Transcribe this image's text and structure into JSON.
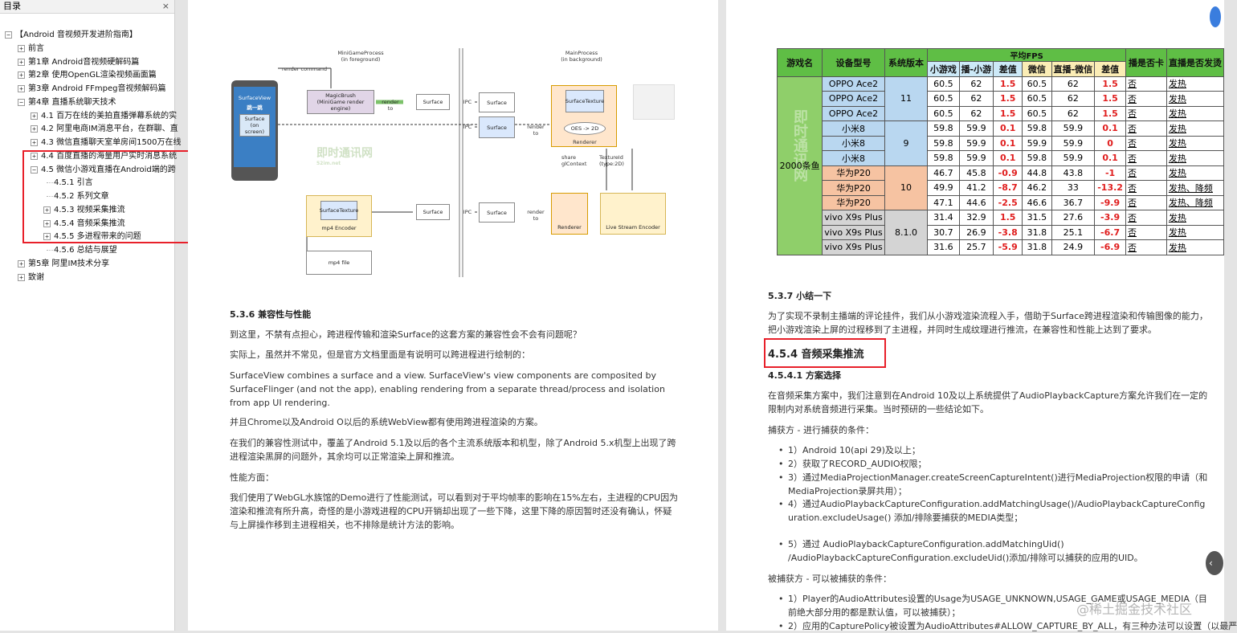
{
  "sidebar": {
    "title": "目录",
    "close": "×",
    "items": [
      {
        "label": "【Android 音视频开发进阶指南】",
        "sign": "−"
      },
      {
        "label": "前言",
        "sign": "+"
      },
      {
        "label": "第1章 Android音视频硬解码篇",
        "sign": "+"
      },
      {
        "label": "第2章 使用OpenGL渲染视频画面篇",
        "sign": "+"
      },
      {
        "label": "第3章 Android FFmpeg音视频解码篇",
        "sign": "+"
      },
      {
        "label": "第4章 直播系统聊天技术",
        "sign": "−"
      },
      {
        "label": "4.1 百万在线的美拍直播弹幕系统的实",
        "sign": "+"
      },
      {
        "label": "4.2 阿里电商IM消息平台，在群聊、直",
        "sign": "+"
      },
      {
        "label": "4.3 微信直播聊天室单房间1500万在线",
        "sign": "+"
      },
      {
        "label": "4.4 百度直播的海量用户实时消息系统",
        "sign": "+"
      },
      {
        "label": "4.5 微信小游戏直播在Android端的跨",
        "sign": "−"
      },
      {
        "label": "4.5.1 引言",
        "sign": ""
      },
      {
        "label": "4.5.2 系列文章",
        "sign": ""
      },
      {
        "label": "4.5.3 视频采集推流",
        "sign": "+"
      },
      {
        "label": "4.5.4 音频采集推流",
        "sign": "+"
      },
      {
        "label": "4.5.5 多进程带来的问题",
        "sign": "+"
      },
      {
        "label": "4.5.6 总结与展望",
        "sign": ""
      },
      {
        "label": "第5章 阿里IM技术分享",
        "sign": "+"
      },
      {
        "label": "致谢",
        "sign": "+"
      }
    ]
  },
  "page1": {
    "diagram": {
      "mini_process": "MiniGameProcess\n(in foreground)",
      "main_process": "MainProcess\n(in background)",
      "render_command": "render  command",
      "phone_surfaceview": "SurfaceView",
      "phone_title": "跳一跳",
      "phone_surface": "Surface\n(on screen)",
      "magicbrush": "MagicBrush\n(MiniGame render engine)",
      "render_to": "render to",
      "surface": "Surface",
      "ipc": "IPC",
      "surface_texture": "SurfaceTexture",
      "oes": "OES -> 2D",
      "renderer": "Renderer",
      "share_gl": "share\nglContext",
      "texture_id": "TextureId\n(type:2D)",
      "mp4_encoder": "mp4 Encoder",
      "mp4_file": "mp4 file",
      "live_encoder": "Live Stream Encoder",
      "watermark": "即时通讯网",
      "watermark_sub": "52im.net"
    },
    "section_title": "5.3.6 兼容性与性能",
    "paragraphs": [
      "到这里，不禁有点担心，跨进程传输和渲染Surface的这套方案的兼容性会不会有问题呢？",
      "实际上，虽然并不常见，但是官方文档里面是有说明可以跨进程进行绘制的：",
      "SurfaceView combines a surface and a view. SurfaceView's view components are composited by SurfaceFlinger (and not the app), enabling rendering from a separate thread/process and isolation from app UI rendering.",
      "并且Chrome以及Android O以后的系统WebView都有使用跨进程渲染的方案。",
      "在我们的兼容性测试中，覆盖了Android 5.1及以后的各个主流系统版本和机型，除了Android 5.x机型上出现了跨进程渲染黑屏的问题外，其余均可以正常渲染上屏和推流。",
      "性能方面：",
      "我们使用了WebGL水族馆的Demo进行了性能测试，可以看到对于平均帧率的影响在15%左右，主进程的CPU因为渲染和推流有所升高，奇怪的是小游戏进程的CPU开销却出现了一些下降，这里下降的原因暂时还没有确认，怀疑与上屏操作移到主进程相关，也不排除是统计方法的影响。"
    ]
  },
  "page2": {
    "table": {
      "headers": [
        "游戏名",
        "设备型号",
        "系统版本",
        "平均FPS",
        "播是否卡",
        "直播是否发烫"
      ],
      "sub_headers": [
        "小游戏",
        "播-小游",
        "差值",
        "微信",
        "直播-微信",
        "差值"
      ],
      "game": "2000条鱼",
      "game_watermark": "即时通讯网",
      "rows": [
        {
          "device": "OPPO Ace2",
          "ver": "11",
          "v": [
            "60.5",
            "62",
            "1.5",
            "60.5",
            "62",
            "1.5"
          ],
          "lag": "否",
          "hot": "发热"
        },
        {
          "device": "OPPO Ace2",
          "ver": "",
          "v": [
            "60.5",
            "62",
            "1.5",
            "60.5",
            "62",
            "1.5"
          ],
          "lag": "否",
          "hot": "发热"
        },
        {
          "device": "OPPO Ace2",
          "ver": "",
          "v": [
            "60.5",
            "62",
            "1.5",
            "60.5",
            "62",
            "1.5"
          ],
          "lag": "否",
          "hot": "发热"
        },
        {
          "device": "小米8",
          "ver": "9",
          "v": [
            "59.8",
            "59.9",
            "0.1",
            "59.8",
            "59.9",
            "0.1"
          ],
          "lag": "否",
          "hot": "发热"
        },
        {
          "device": "小米8",
          "ver": "",
          "v": [
            "59.8",
            "59.9",
            "0.1",
            "59.9",
            "59.9",
            "0"
          ],
          "lag": "否",
          "hot": "发热"
        },
        {
          "device": "小米8",
          "ver": "",
          "v": [
            "59.8",
            "59.9",
            "0.1",
            "59.8",
            "59.9",
            "0.1"
          ],
          "lag": "否",
          "hot": "发热"
        },
        {
          "device": "华为P20",
          "ver": "10",
          "v": [
            "46.7",
            "45.8",
            "-0.9",
            "44.8",
            "43.8",
            "-1"
          ],
          "lag": "否",
          "hot": "发热"
        },
        {
          "device": "华为P20",
          "ver": "",
          "v": [
            "49.9",
            "41.2",
            "-8.7",
            "46.2",
            "33",
            "-13.2"
          ],
          "lag": "否",
          "hot": "发热、降频"
        },
        {
          "device": "华为P20",
          "ver": "",
          "v": [
            "47.1",
            "44.6",
            "-2.5",
            "46.6",
            "36.7",
            "-9.9"
          ],
          "lag": "否",
          "hot": "发热、降频"
        },
        {
          "device": "vivo X9s Plus",
          "ver": "8.1.0",
          "v": [
            "31.4",
            "32.9",
            "1.5",
            "31.5",
            "27.6",
            "-3.9"
          ],
          "lag": "否",
          "hot": "发热"
        },
        {
          "device": "vivo X9s Plus",
          "ver": "",
          "v": [
            "30.7",
            "26.9",
            "-3.8",
            "31.8",
            "25.1",
            "-6.7"
          ],
          "lag": "否",
          "hot": "发热"
        },
        {
          "device": "vivo X9s Plus",
          "ver": "",
          "v": [
            "31.6",
            "25.7",
            "-5.9",
            "31.8",
            "24.9",
            "-6.9"
          ],
          "lag": "否",
          "hot": "发热"
        }
      ]
    },
    "sec1_title": "5.3.7 小结一下",
    "sec1_para": "为了实现不录制主播端的评论挂件，我们从小游戏渲染流程入手，借助于Surface跨进程渲染和传输图像的能力，把小游戏渲染上屏的过程移到了主进程，并同时生成纹理进行推流，在兼容性和性能上达到了要求。",
    "h2": "4.5.4 音频采集推流",
    "h3": "4.5.4.1 方案选择",
    "para2": "在音频采集方案中，我们注意到在Android 10及以上系统提供了AudioPlaybackCapture方案允许我们在一定的限制内对系统音频进行采集。当时预研的一些结论如下。",
    "capture_title": "捕获方 - 进行捕获的条件：",
    "capture_items": [
      "1）Android 10(api 29)及以上；",
      "2）获取了RECORD_AUDIO权限；",
      "3）通过MediaProjectionManager.createScreenCaptureIntent()进行MediaProjection权限的申请（和MediaProjection录屏共用）；",
      "4）通过AudioPlaybackCaptureConfiguration.addMatchingUsage()/AudioPlaybackCaptureConfiguration.excludeUsage() 添加/排除要捕获的MEDIA类型；",
      "5）通过 AudioPlaybackCaptureConfiguration.addMatchingUid() /AudioPlaybackCaptureConfiguration.excludeUid()添加/排除可以捕获的应用的UID。"
    ],
    "captured_title": "被捕获方 - 可以被捕获的条件：",
    "captured_items": [
      "1）Player的AudioAttributes设置的Usage为USAGE_UNKNOWN,USAGE_GAME或USAGE_MEDIA（目前绝大部分用的都是默认值，可以被捕获）；",
      "2）应用的CapturePolicy被设置为AudioAttributes#ALLOW_CAPTURE_BY_ALL，有三种办法可以设置（以最严"
    ],
    "watermark": "@稀土掘金技术社区"
  },
  "colors": {
    "table_header": "#5fbe45",
    "oppo": "#b9d7f0",
    "mi": "#b9d7f0",
    "huawei": "#f6c3a2",
    "vivo": "#d4d4d4",
    "game_cell": "#8fcf6a",
    "sub_header": "#cce9f7",
    "sub_header2": "#fbedb5",
    "accent_red": "#e8202a"
  }
}
